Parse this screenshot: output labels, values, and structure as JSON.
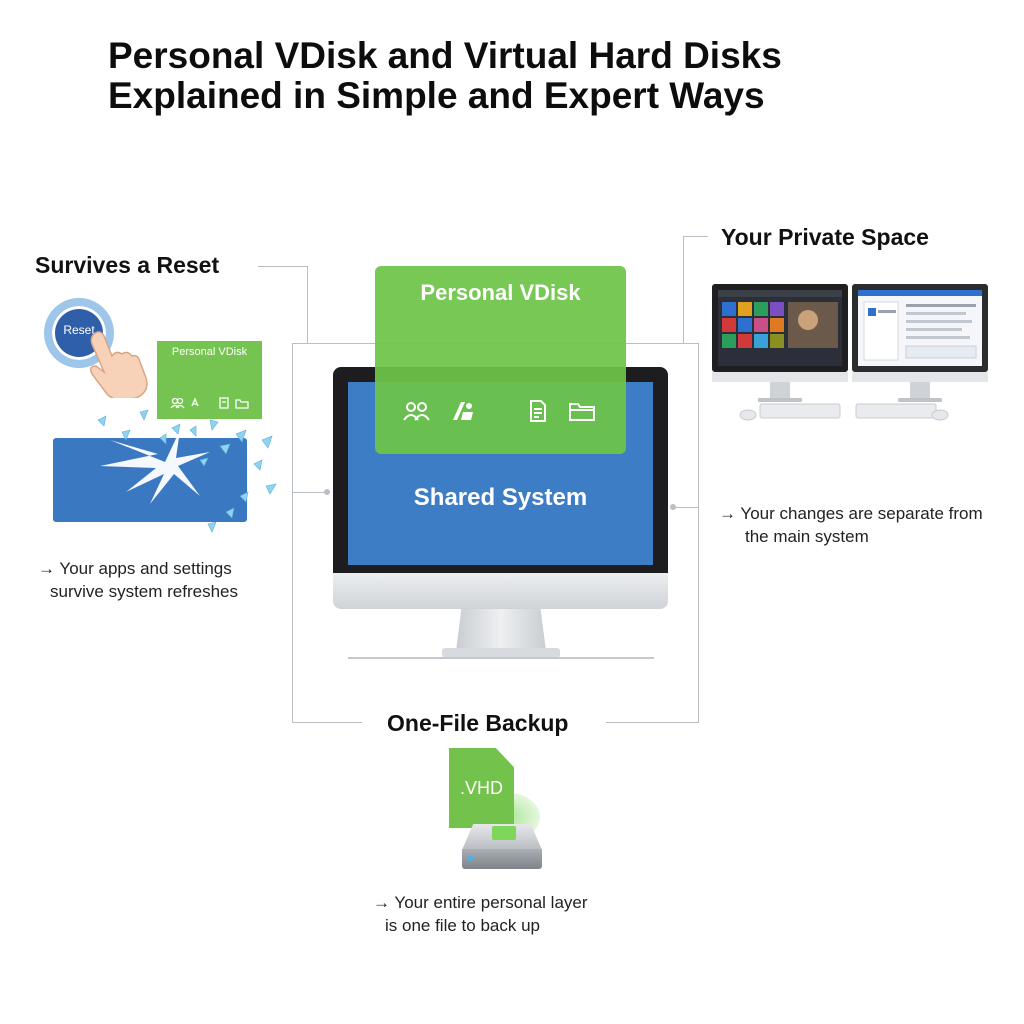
{
  "title": {
    "line1": "Personal VDisk and Virtual Hard Disks",
    "line2": "Explained in Simple and Expert Ways"
  },
  "reset_section": {
    "heading": "Survives a Reset",
    "button_label": "Reset",
    "card_label": "Personal VDisk",
    "caption_line1": "→ Your apps and settings",
    "caption_line2": "survive system refreshes"
  },
  "center": {
    "vdisk_label": "Personal VDisk",
    "system_label": "Shared System",
    "icons": [
      "users-icon",
      "apps-icon",
      "document-icon",
      "folder-icon"
    ]
  },
  "private_section": {
    "heading": "Your Private Space",
    "caption_line1": "→ Your changes are separate from",
    "caption_line2": "the main system"
  },
  "backup_section": {
    "heading": "One-File Backup",
    "file_label": ".VHD",
    "caption_line1": "→ Your entire personal layer",
    "caption_line2": "is one file to back up"
  },
  "colors": {
    "green": "#6ec448",
    "blue": "#3d7dc5",
    "connector": "#b9bec4"
  }
}
